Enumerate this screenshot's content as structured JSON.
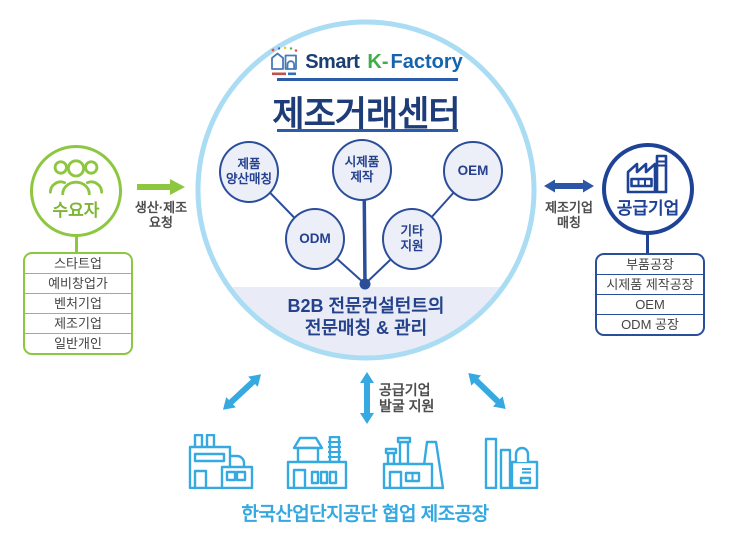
{
  "colors": {
    "green": "#8dc63f",
    "navy": "#1d4296",
    "navy_text": "#1d3c78",
    "bubble_border": "#2b4e9b",
    "bubble_fill": "#eceef8",
    "sky_blue": "#36a9e1",
    "circle_ring": "#aadcf4",
    "segment_fill": "#e9ecf6",
    "gray_text": "#4d4d4d",
    "logo_green": "#3fae49",
    "logo_blue": "#1564ad"
  },
  "logo": {
    "smart": "Smart",
    "k": "K-",
    "factory": "Factory"
  },
  "center": {
    "title": "제조거래센터",
    "bubbles": [
      {
        "lines": [
          "제품",
          "양산매칭"
        ]
      },
      {
        "lines": [
          "시제품",
          "제작"
        ]
      },
      {
        "lines": [
          "OEM"
        ]
      },
      {
        "lines": [
          "ODM"
        ]
      },
      {
        "lines": [
          "기타",
          "지원"
        ]
      }
    ],
    "footer_lines": [
      "B2B 전문컨설턴트의",
      "전문매칭 & 관리"
    ]
  },
  "left": {
    "title": "수요자",
    "items": [
      "스타트업",
      "예비창업가",
      "벤처기업",
      "제조기업",
      "일반개인"
    ],
    "arrow_label_lines": [
      "생산·제조",
      "요청"
    ]
  },
  "right": {
    "title": "공급기업",
    "items": [
      "부품공장",
      "시제품 제작공장",
      "OEM",
      "ODM 공장"
    ],
    "arrow_label_lines": [
      "제조기업",
      "매칭"
    ]
  },
  "bottom": {
    "support_label_lines": [
      "공급기업",
      "발굴 지원"
    ],
    "caption": "한국산업단지공단 협업 제조공장"
  }
}
